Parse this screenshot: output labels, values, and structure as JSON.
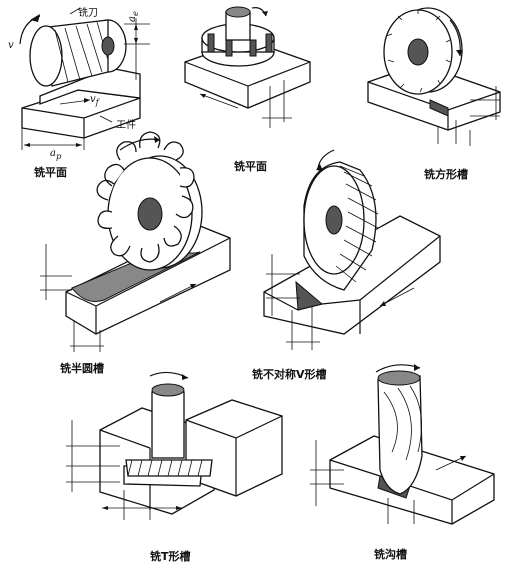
{
  "captions": {
    "p1": "铣平面",
    "p2": "铣平面",
    "p3": "铣方形槽",
    "p4": "铣半圆槽",
    "p5": "铣不对称V形槽",
    "p6": "铣T形槽",
    "p7": "铣沟槽"
  },
  "labels": {
    "cutter": "铣刀",
    "workpiece": "工件",
    "v": "v",
    "v_f": "v",
    "v_f_sub": "f",
    "a_e": "a",
    "a_e_sub": "e",
    "a_p": "a",
    "a_p_sub": "p"
  }
}
